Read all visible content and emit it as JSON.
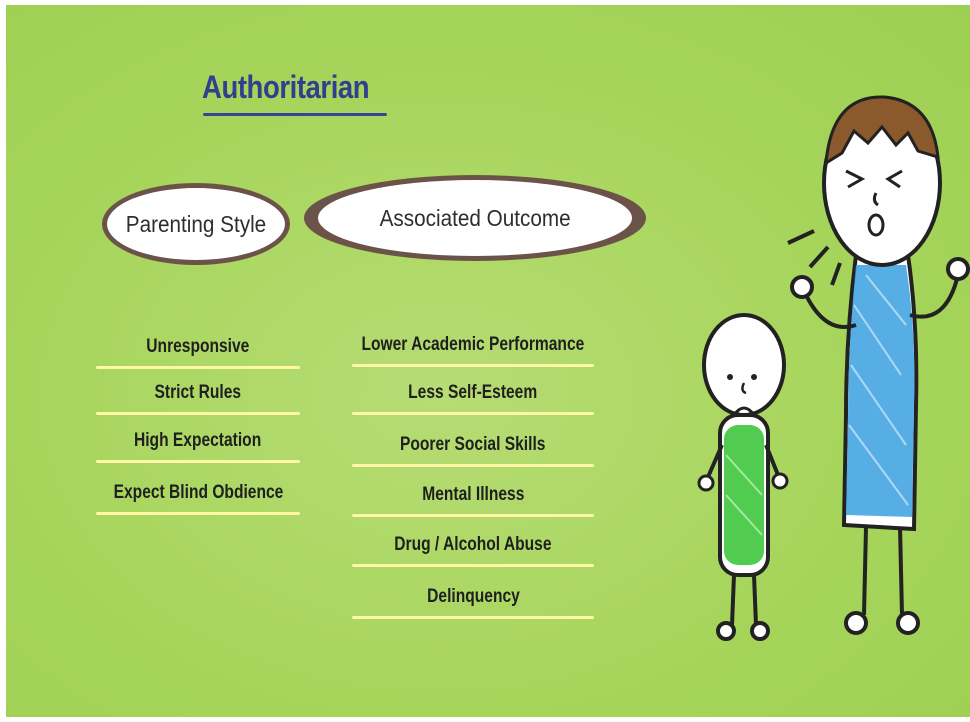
{
  "title": "Authoritarian",
  "headers": {
    "parenting_style": "Parenting Style",
    "associated_outcome": "Associated Outcome"
  },
  "parenting_style_items": [
    "Unresponsive",
    "Strict Rules",
    "High Expectation",
    "Expect Blind Obdience"
  ],
  "outcome_items": [
    "Lower Academic Performance",
    "Less Self-Esteem",
    "Poorer Social Skills",
    "Mental Illness",
    "Drug / Alcohol Abuse",
    "Delinquency"
  ],
  "colors": {
    "background": "#a7d55c",
    "title": "#333e8f",
    "oval_border": "#6b5349",
    "underline": "#fff7a6",
    "adult_shirt": "#3aa0e0",
    "child_shirt": "#3ec63e",
    "hair": "#8a5a2c"
  },
  "illustration": {
    "adult": "angry-adult-illustration",
    "child": "sad-child-illustration"
  }
}
